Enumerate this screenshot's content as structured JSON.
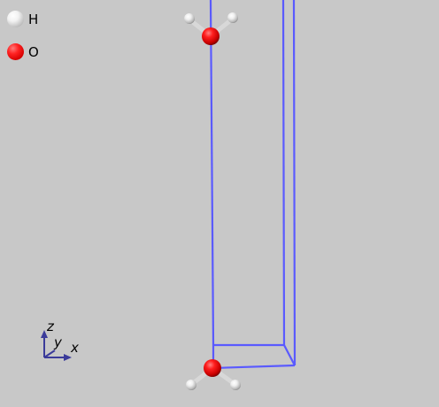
{
  "legend": {
    "items": [
      {
        "symbol": "H",
        "element": "hydrogen",
        "color": "#f2f2f2"
      },
      {
        "symbol": "O",
        "element": "oxygen",
        "color": "#ff2222"
      }
    ]
  },
  "axes": {
    "x_label": "x",
    "y_label": "y",
    "z_label": "z",
    "color": "#3b3b9a"
  },
  "cell": {
    "line_color": "#5a5aff"
  },
  "molecules": [
    {
      "name": "water-molecule-top",
      "formula": "H2O"
    },
    {
      "name": "water-molecule-bottom",
      "formula": "H2O"
    }
  ],
  "background_color": "#c8c8c8"
}
